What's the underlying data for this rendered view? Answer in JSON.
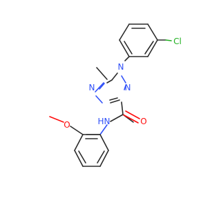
{
  "molecule": {
    "atoms": {
      "n1": "N",
      "n2": "N",
      "n4": "N",
      "n_amide": "N",
      "h_amide": "H",
      "o_carbonyl": "O",
      "o_methoxy": "O",
      "cl": "Cl"
    },
    "colors": {
      "carbon_bond": "#2b2b2b",
      "nitrogen": "#3050f8",
      "oxygen": "#ff0d0d",
      "chlorine": "#1fb01f"
    }
  }
}
